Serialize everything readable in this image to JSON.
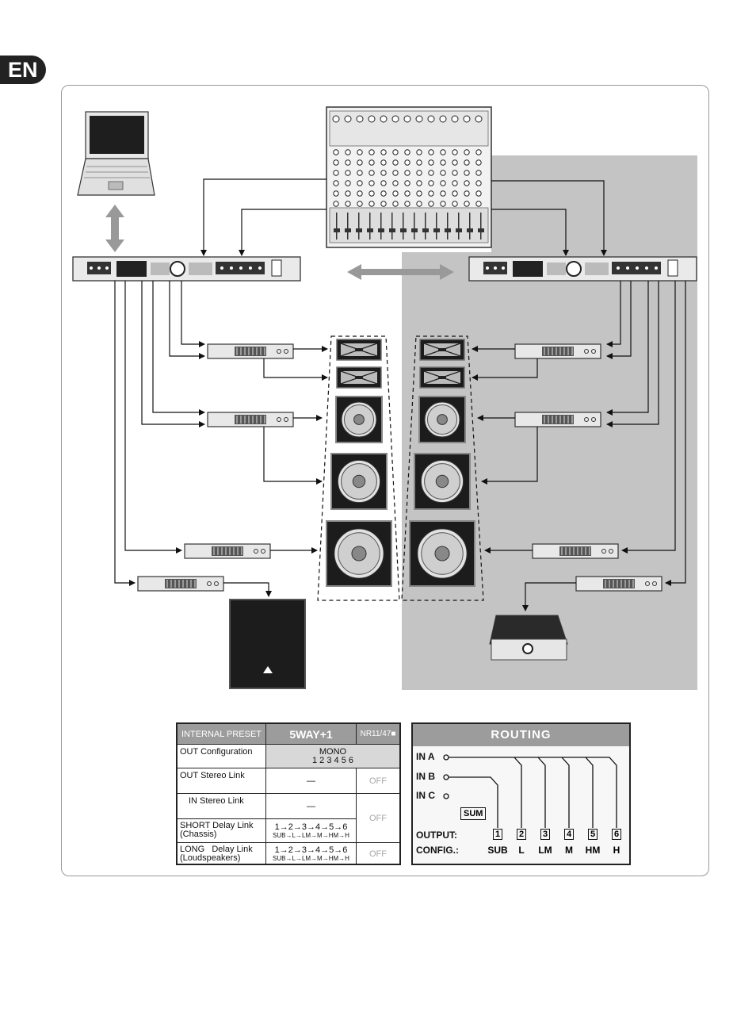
{
  "language_badge": "EN",
  "colors": {
    "shade": "#c4c4c4",
    "header": "#9c9c9c",
    "ink": "#222222"
  },
  "preset_table": {
    "header_label": "INTERNAL PRESET",
    "preset_name": "5WAY+1",
    "preset_number": "NR11/47",
    "rows": [
      {
        "label": "OUT Configuration",
        "value": "MONO",
        "value_sub": "1 2 3 4 5 6"
      },
      {
        "label": "OUT Stereo Link",
        "value": "—",
        "state": "OFF"
      },
      {
        "label": "IN Stereo Link",
        "value": "—",
        "state": "OFF"
      },
      {
        "label": "SHORT Delay Link",
        "label_sub": "(Chassis)",
        "value": "1→2→3→4→5→6",
        "value_sub": "SUB→L→LM→M→HM→H"
      },
      {
        "label": "LONG   Delay Link",
        "label_sub": "(Loudspeakers)",
        "value": "1→2→3→4→5→6",
        "value_sub": "SUB→L→LM→M→HM→H",
        "state": "OFF"
      }
    ]
  },
  "routing": {
    "title": "ROUTING",
    "inputs": [
      "IN A",
      "IN B",
      "IN C"
    ],
    "sum_label": "SUM",
    "output_label": "OUTPUT:",
    "config_label": "CONFIG.:",
    "outputs": [
      "1",
      "2",
      "3",
      "4",
      "5",
      "6"
    ],
    "configs": [
      "SUB",
      "L",
      "LM",
      "M",
      "HM",
      "H"
    ]
  }
}
